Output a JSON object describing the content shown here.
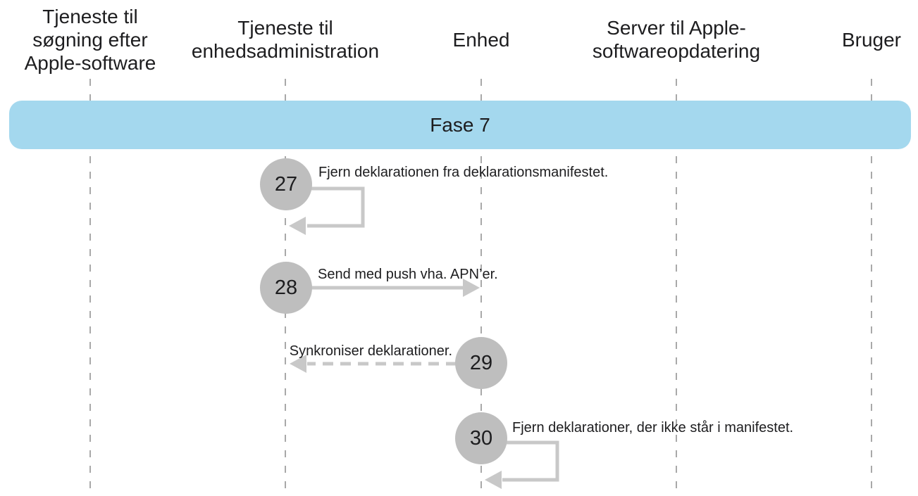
{
  "lanes": [
    {
      "label": "Tjeneste til søgning efter Apple-software"
    },
    {
      "label": "Tjeneste til enhedsadministration"
    },
    {
      "label": "Enhed"
    },
    {
      "label": "Server til Apple-softwareopdatering"
    },
    {
      "label": "Bruger"
    }
  ],
  "phase": {
    "label": "Fase 7"
  },
  "steps": [
    {
      "number": "27",
      "label": "Fjern deklarationen fra deklarationsmanifestet.",
      "lane": "Tjeneste til enhedsadministration",
      "arrow": "self-loop"
    },
    {
      "number": "28",
      "label": "Send med push vha. APN’er.",
      "lane": "Tjeneste til enhedsadministration",
      "arrow": "solid",
      "to": "Enhed"
    },
    {
      "number": "29",
      "label": "Synkroniser deklarationer.",
      "lane": "Enhed",
      "arrow": "dashed",
      "to": "Tjeneste til enhedsadministration"
    },
    {
      "number": "30",
      "label": "Fjern deklarationer, der ikke står i manifestet.",
      "lane": "Enhed",
      "arrow": "self-loop"
    }
  ],
  "colors": {
    "phase_banner": "#a4d8ee",
    "step_circle": "#bebebe",
    "arrow": "#c8c8c8",
    "lifeline": "#a9a9a9",
    "text": "#1d1d1f"
  }
}
